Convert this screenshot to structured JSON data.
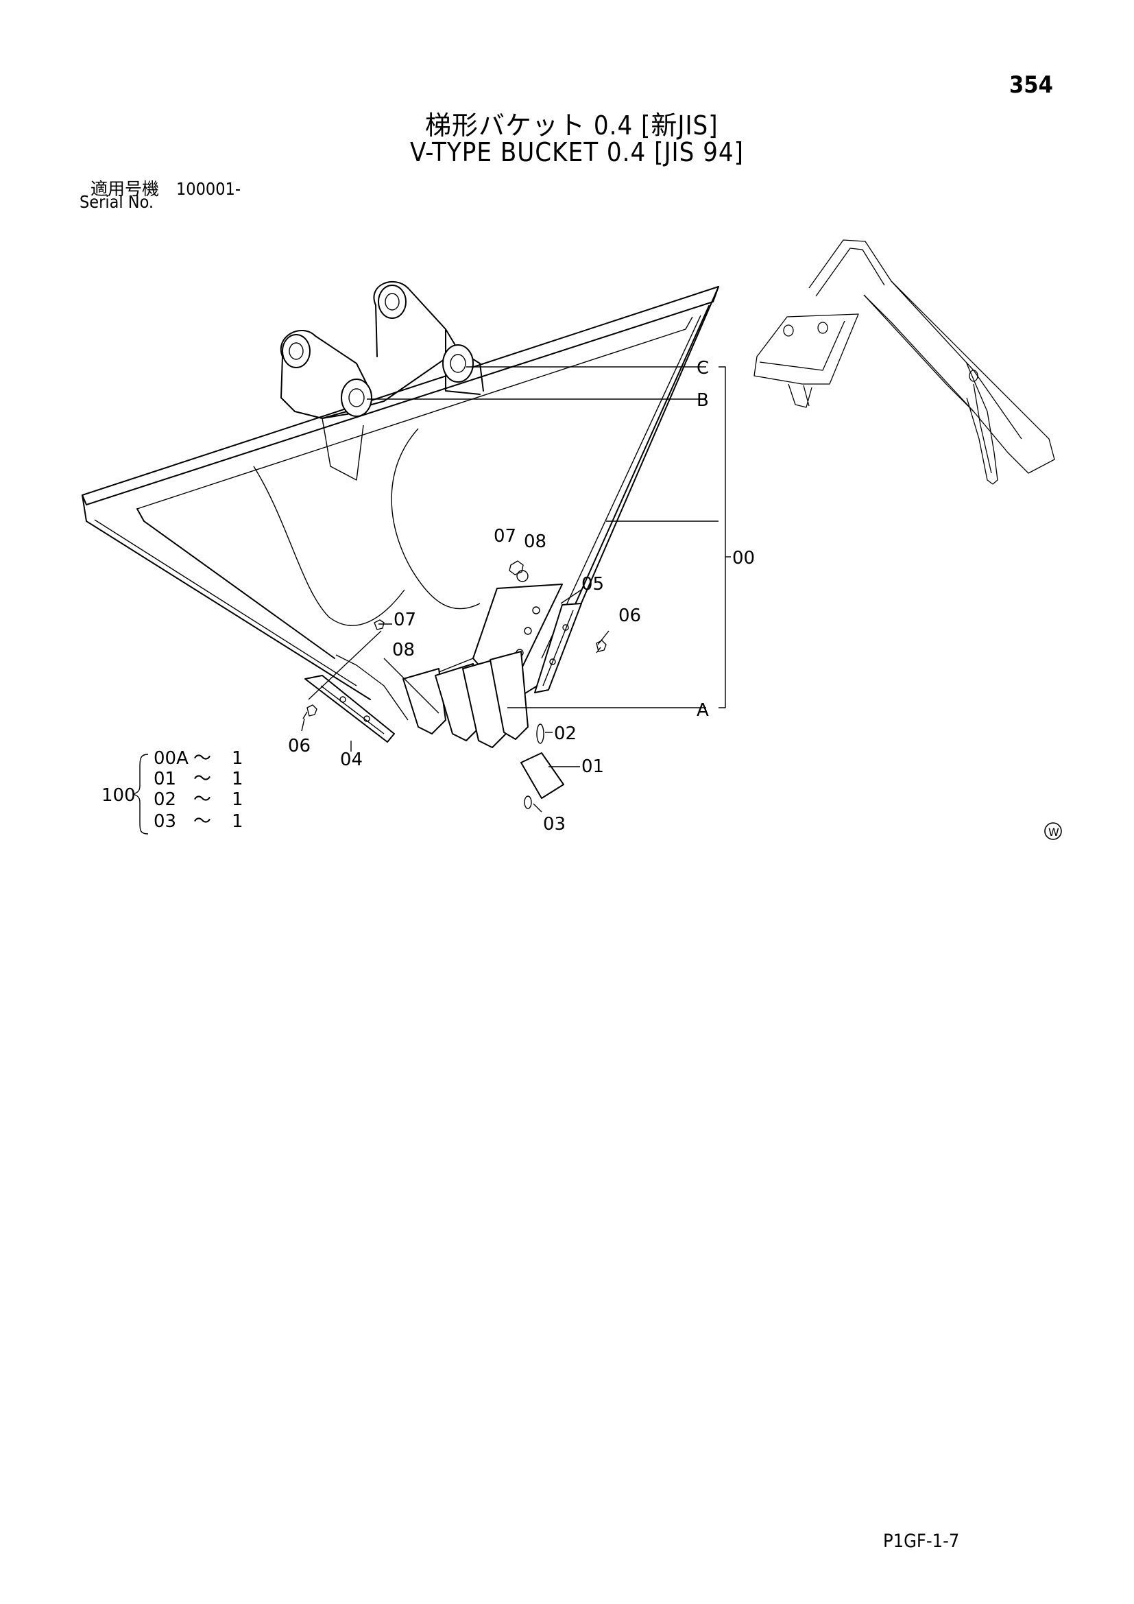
{
  "page": {
    "number": "354",
    "footer_code": "P1GF-1-7"
  },
  "title": {
    "jp": "梯形バケット 0.4 [新JIS]",
    "en": "V-TYPE BUCKET 0.4 [JIS 94]"
  },
  "serial": {
    "jp": "適用号機　100001-",
    "en": "Serial No."
  },
  "callouts": {
    "c": "C",
    "b": "B",
    "a": "A",
    "p00": "00",
    "p01": "01",
    "p02": "02",
    "p03": "03",
    "p04": "04",
    "p05": "05",
    "p06_right": "06",
    "p06_left": "06",
    "p07_top": "07",
    "p07_mid": "07",
    "p08_top": "08",
    "p08_mid": "08"
  },
  "kit": {
    "label": "100",
    "rows": [
      {
        "part": "00A",
        "sep": "～",
        "qty": "1"
      },
      {
        "part": "01",
        "sep": "～",
        "qty": "1"
      },
      {
        "part": "02",
        "sep": "～",
        "qty": "1"
      },
      {
        "part": "03",
        "sep": "～",
        "qty": "1"
      }
    ]
  },
  "symbol": {
    "w": "W"
  },
  "icons": [
    "bucket-drawing",
    "excavator-arm-icon",
    "w-circle-symbol"
  ]
}
